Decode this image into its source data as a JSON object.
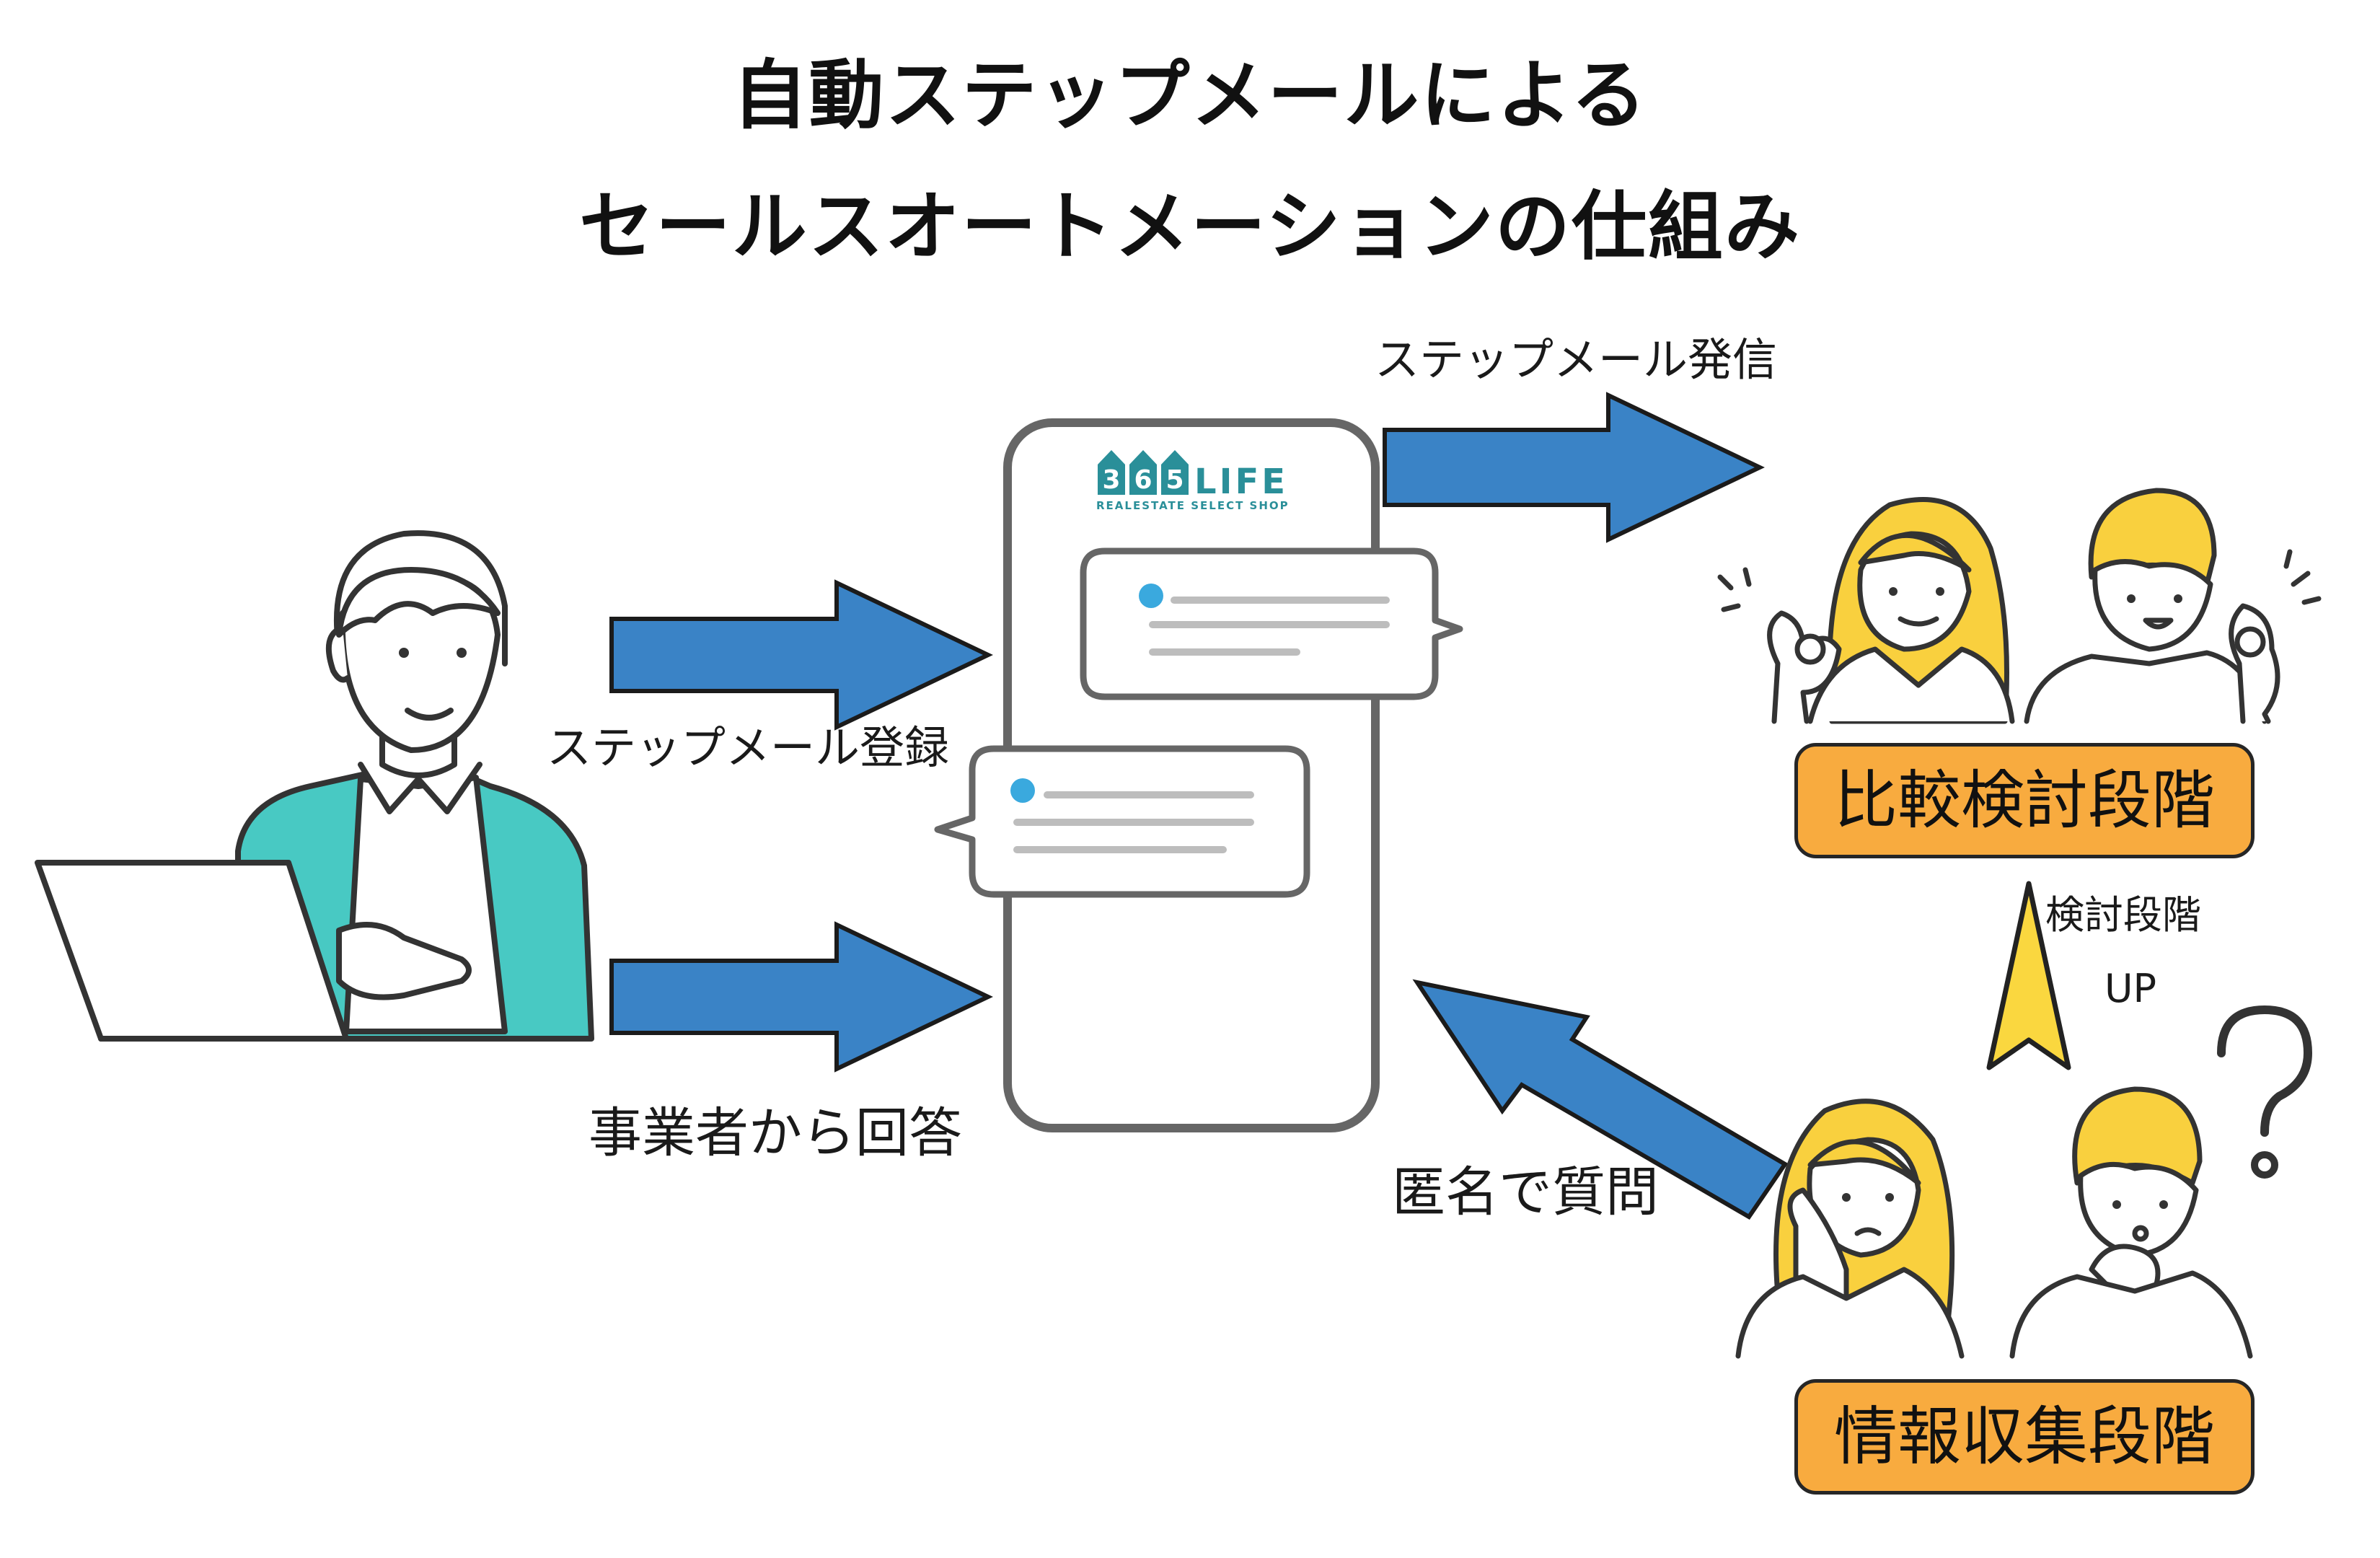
{
  "title": {
    "line1": "自動ステップメールによる",
    "line2": "セールスオートメーションの仕組み"
  },
  "logo": {
    "digits": [
      "3",
      "6",
      "5"
    ],
    "word": "LIFE",
    "tagline": "REALESTATE SELECT SHOP"
  },
  "labels": {
    "step_mail_send": "ステップメール発信",
    "step_mail_register": "ステップメール登録",
    "business_answer": "事業者から回答",
    "anonymous_question": "匿名で質問",
    "stage_up_line1": "検討段階",
    "stage_up_line2": "UP"
  },
  "stages": {
    "comparison": "比較検討段階",
    "info_gathering": "情報収集段階"
  },
  "colors": {
    "arrow_blue": "#3a83c6",
    "stage_orange": "#f8ab3f",
    "jacket_teal": "#48c9c3",
    "hair_yellow": "#f9d03e",
    "logo_teal": "#2a8f99",
    "chat_dot": "#3aa9de",
    "up_arrow_yellow": "#fad73f"
  }
}
